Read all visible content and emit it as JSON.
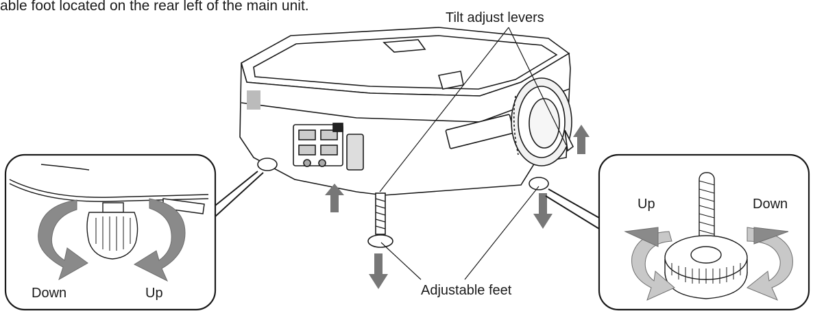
{
  "caption": "able foot located on the rear left of the main unit.",
  "labels": {
    "tilt_levers": "Tilt adjust levers",
    "adjustable_feet": "Adjustable feet"
  },
  "left_inset": {
    "down": "Down",
    "up": "Up"
  },
  "right_inset": {
    "up": "Up",
    "down": "Down"
  },
  "colors": {
    "line": "#1a1a1a",
    "arrow": "#6e6e6e",
    "arrow_light": "#d8d8d8"
  }
}
